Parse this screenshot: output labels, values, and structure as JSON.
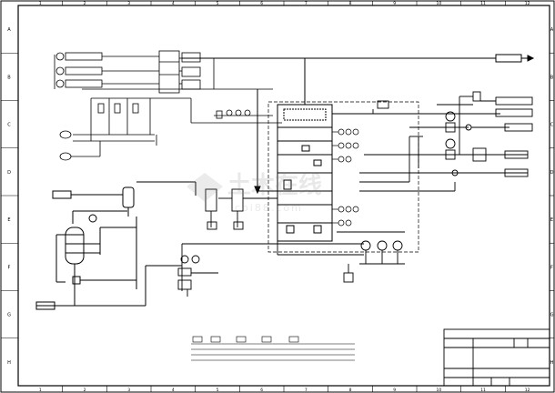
{
  "drawing": {
    "frame_grid": {
      "top_numbers": [
        "1",
        "2",
        "3",
        "4",
        "5",
        "6",
        "7",
        "8",
        "9",
        "10",
        "11",
        "12"
      ],
      "side_letters": [
        "A",
        "B",
        "C",
        "D",
        "E",
        "F",
        "G",
        "H"
      ]
    },
    "watermark": {
      "brand": "土木在线",
      "url": "coi88.com"
    },
    "title_block": {
      "rows": []
    }
  }
}
